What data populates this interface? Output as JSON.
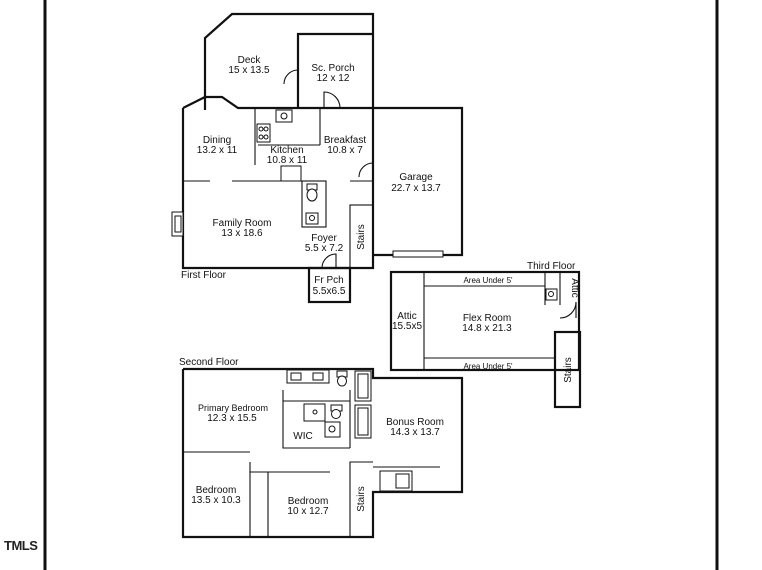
{
  "floors": {
    "first": "First Floor",
    "second": "Second Floor",
    "third": "Third Floor"
  },
  "rooms": {
    "deck": {
      "name": "Deck",
      "size": "15 x 13.5"
    },
    "porch": {
      "name": "Sc. Porch",
      "size": "12 x 12"
    },
    "dining": {
      "name": "Dining",
      "size": "13.2 x 11"
    },
    "kitchen": {
      "name": "Kitchen",
      "size": "10.8 x 11"
    },
    "breakfast": {
      "name": "Breakfast",
      "size": "10.8 x 7"
    },
    "garage": {
      "name": "Garage",
      "size": "22.7 x 13.7"
    },
    "family": {
      "name": "Family Room",
      "size": "13 x 18.6"
    },
    "foyer": {
      "name": "Foyer",
      "size": "5.5 x 7.2"
    },
    "stairs1": "Stairs",
    "frpch": {
      "name": "Fr Pch",
      "size": "5.5x6.5"
    },
    "attic_left": {
      "name": "Attic",
      "size": "15.5x5"
    },
    "flex": {
      "name": "Flex Room",
      "size": "14.8 x 21.3"
    },
    "area_under_top": "Area Under 5'",
    "area_under_bottom": "Area Under 5'",
    "attic_right": "Attic",
    "stairs3": "Stairs",
    "primary": {
      "name": "Primary Bedroom",
      "size": "12.3 x 15.5"
    },
    "wic": "WIC",
    "bonus": {
      "name": "Bonus Room",
      "size": "14.3 x 13.7"
    },
    "bed1": {
      "name": "Bedroom",
      "size": "13.5 x 10.3"
    },
    "bed2": {
      "name": "Bedroom",
      "size": "10 x 12.7"
    },
    "stairs2": "Stairs"
  },
  "logo": "TMLS"
}
